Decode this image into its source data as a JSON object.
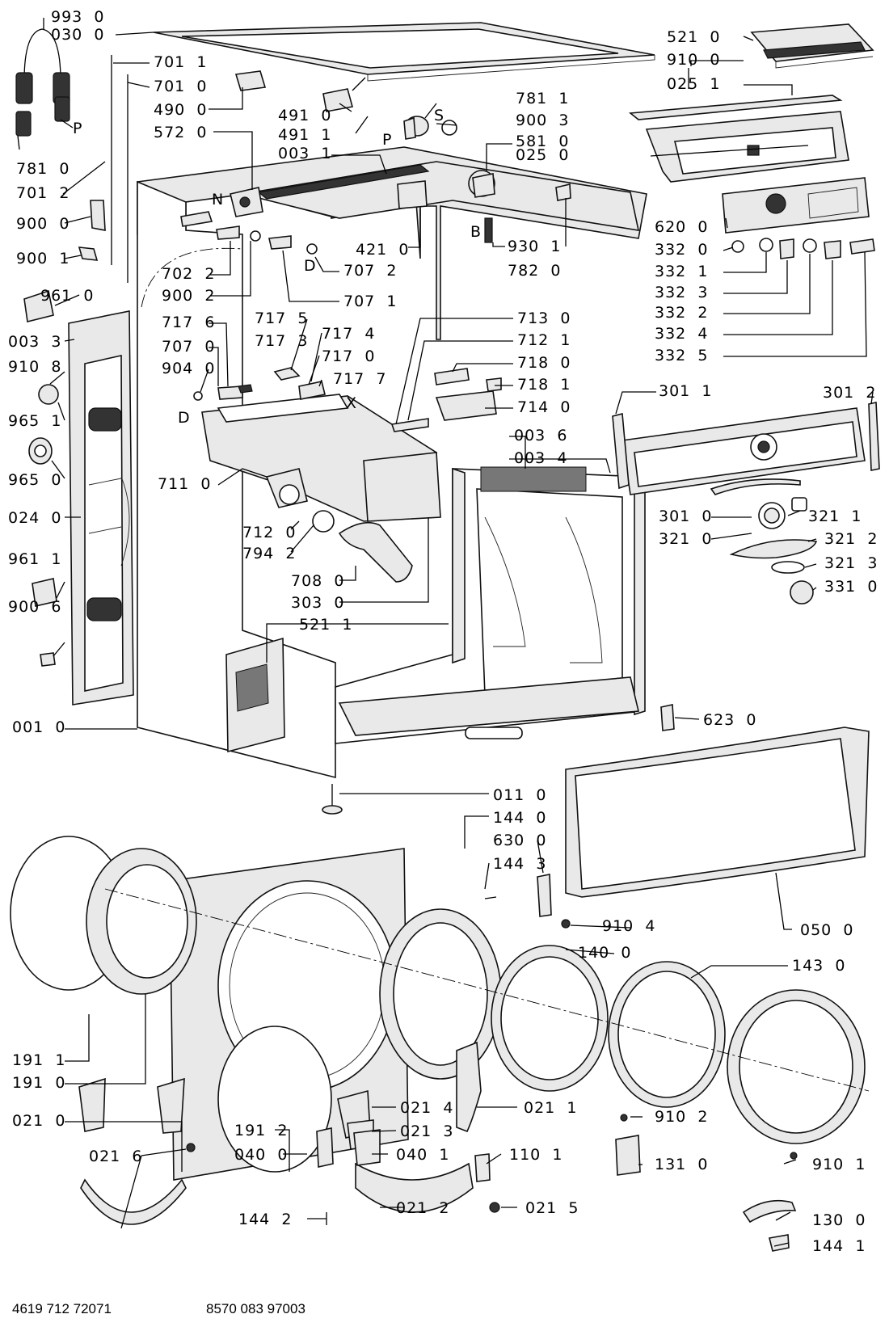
{
  "labels": [
    {
      "id": "l-993-0",
      "text": "993  0"
    },
    {
      "id": "l-030-0",
      "text": "030  0"
    },
    {
      "id": "l-701-1",
      "text": "701  1"
    },
    {
      "id": "l-701-0",
      "text": "701  0"
    },
    {
      "id": "l-490-0",
      "text": "490  0"
    },
    {
      "id": "l-572-0",
      "text": "572  0"
    },
    {
      "id": "l-p1",
      "text": "P"
    },
    {
      "id": "l-781-0",
      "text": "781  0"
    },
    {
      "id": "l-701-2",
      "text": "701  2"
    },
    {
      "id": "l-900-0",
      "text": "900  0"
    },
    {
      "id": "l-900-1",
      "text": "900  1"
    },
    {
      "id": "l-961-0",
      "text": "961  0"
    },
    {
      "id": "l-003-3",
      "text": "003  3"
    },
    {
      "id": "l-910-8",
      "text": "910  8"
    },
    {
      "id": "l-965-1",
      "text": "965  1"
    },
    {
      "id": "l-965-0",
      "text": "965  0"
    },
    {
      "id": "l-024-0",
      "text": "024  0"
    },
    {
      "id": "l-961-1",
      "text": "961  1"
    },
    {
      "id": "l-900-6",
      "text": "900  6"
    },
    {
      "id": "l-001-0",
      "text": "001  0"
    },
    {
      "id": "l-491-0",
      "text": "491  0"
    },
    {
      "id": "l-491-1",
      "text": "491  1"
    },
    {
      "id": "l-003-1",
      "text": "003  1"
    },
    {
      "id": "l-n",
      "text": "N"
    },
    {
      "id": "l-s",
      "text": "S"
    },
    {
      "id": "l-p2",
      "text": "P"
    },
    {
      "id": "l-b",
      "text": "B"
    },
    {
      "id": "l-d1",
      "text": "D"
    },
    {
      "id": "l-d2",
      "text": "D"
    },
    {
      "id": "l-x",
      "text": "X"
    },
    {
      "id": "l-781-1",
      "text": "781  1"
    },
    {
      "id": "l-900-3",
      "text": "900  3"
    },
    {
      "id": "l-581-0",
      "text": "581  0"
    },
    {
      "id": "l-025-0",
      "text": "025  0"
    },
    {
      "id": "l-521-0",
      "text": "521  0"
    },
    {
      "id": "l-910-0",
      "text": "910  0"
    },
    {
      "id": "l-025-1",
      "text": "025  1"
    },
    {
      "id": "l-421-0",
      "text": "421  0"
    },
    {
      "id": "l-930-1",
      "text": "930  1"
    },
    {
      "id": "l-782-0",
      "text": "782  0"
    },
    {
      "id": "l-707-2",
      "text": "707  2"
    },
    {
      "id": "l-702-2",
      "text": "702  2"
    },
    {
      "id": "l-900-2",
      "text": "900  2"
    },
    {
      "id": "l-707-1",
      "text": "707  1"
    },
    {
      "id": "l-620-0",
      "text": "620  0"
    },
    {
      "id": "l-332-0",
      "text": "332  0"
    },
    {
      "id": "l-332-1",
      "text": "332  1"
    },
    {
      "id": "l-332-3",
      "text": "332  3"
    },
    {
      "id": "l-332-2",
      "text": "332  2"
    },
    {
      "id": "l-332-4",
      "text": "332  4"
    },
    {
      "id": "l-332-5",
      "text": "332  5"
    },
    {
      "id": "l-717-6",
      "text": "717  6"
    },
    {
      "id": "l-717-5",
      "text": "717  5"
    },
    {
      "id": "l-717-4",
      "text": "717  4"
    },
    {
      "id": "l-717-3",
      "text": "717  3"
    },
    {
      "id": "l-707-0",
      "text": "707  0"
    },
    {
      "id": "l-717-0",
      "text": "717  0"
    },
    {
      "id": "l-904-0",
      "text": "904  0"
    },
    {
      "id": "l-717-7",
      "text": "717  7"
    },
    {
      "id": "l-713-0",
      "text": "713  0"
    },
    {
      "id": "l-712-1",
      "text": "712  1"
    },
    {
      "id": "l-718-0",
      "text": "718  0"
    },
    {
      "id": "l-718-1",
      "text": "718  1"
    },
    {
      "id": "l-714-0",
      "text": "714  0"
    },
    {
      "id": "l-301-1",
      "text": "301  1"
    },
    {
      "id": "l-301-2",
      "text": "301  2"
    },
    {
      "id": "l-711-0",
      "text": "711  0"
    },
    {
      "id": "l-003-6",
      "text": "003  6"
    },
    {
      "id": "l-003-4",
      "text": "003  4"
    },
    {
      "id": "l-301-0",
      "text": "301  0"
    },
    {
      "id": "l-321-1",
      "text": "321  1"
    },
    {
      "id": "l-321-0",
      "text": "321  0"
    },
    {
      "id": "l-321-2",
      "text": "321  2"
    },
    {
      "id": "l-321-3",
      "text": "321  3"
    },
    {
      "id": "l-331-0",
      "text": "331  0"
    },
    {
      "id": "l-712-0",
      "text": "712  0"
    },
    {
      "id": "l-794-2",
      "text": "794  2"
    },
    {
      "id": "l-708-0",
      "text": "708  0"
    },
    {
      "id": "l-303-0",
      "text": "303  0"
    },
    {
      "id": "l-521-1",
      "text": "521  1"
    },
    {
      "id": "l-623-0",
      "text": "623  0"
    },
    {
      "id": "l-011-0",
      "text": "011  0"
    },
    {
      "id": "l-144-0",
      "text": "144  0"
    },
    {
      "id": "l-630-0",
      "text": "630  0"
    },
    {
      "id": "l-144-3",
      "text": "144  3"
    },
    {
      "id": "l-910-4",
      "text": "910  4"
    },
    {
      "id": "l-050-0",
      "text": "050  0"
    },
    {
      "id": "l-140-0",
      "text": "140  0"
    },
    {
      "id": "l-143-0",
      "text": "143  0"
    },
    {
      "id": "l-191-1",
      "text": "191  1"
    },
    {
      "id": "l-191-0",
      "text": "191  0"
    },
    {
      "id": "l-021-0",
      "text": "021  0"
    },
    {
      "id": "l-191-2",
      "text": "191  2"
    },
    {
      "id": "l-021-4",
      "text": "021  4"
    },
    {
      "id": "l-021-3",
      "text": "021  3"
    },
    {
      "id": "l-021-1",
      "text": "021  1"
    },
    {
      "id": "l-910-2",
      "text": "910  2"
    },
    {
      "id": "l-021-6",
      "text": "021  6"
    },
    {
      "id": "l-040-0",
      "text": "040  0"
    },
    {
      "id": "l-040-1",
      "text": "040  1"
    },
    {
      "id": "l-110-1",
      "text": "110  1"
    },
    {
      "id": "l-131-0",
      "text": "131  0"
    },
    {
      "id": "l-910-1",
      "text": "910  1"
    },
    {
      "id": "l-144-2",
      "text": "144  2"
    },
    {
      "id": "l-021-2",
      "text": "021  2"
    },
    {
      "id": "l-021-5",
      "text": "021  5"
    },
    {
      "id": "l-130-0",
      "text": "130  0"
    },
    {
      "id": "l-144-1",
      "text": "144  1"
    }
  ],
  "footer": {
    "left_code": "4619 712 72071",
    "right_code": "8570 083 97003"
  }
}
